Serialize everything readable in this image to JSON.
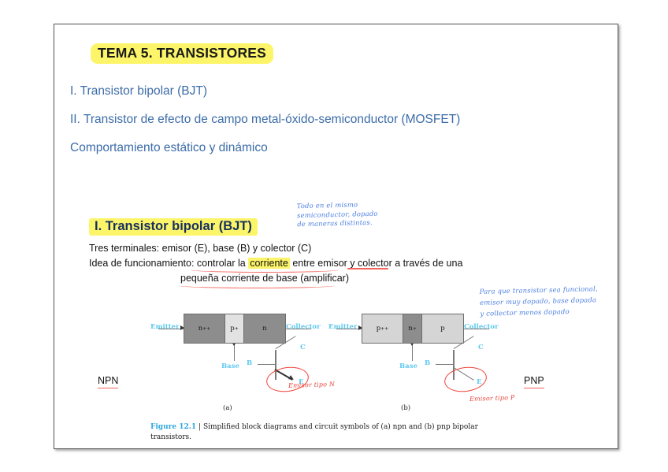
{
  "slide": {
    "title": "TEMA 5. TRANSISTORES",
    "outline": [
      "I. Transistor bipolar (BJT)",
      "II. Transistor de efecto de campo metal-óxido-semiconductor (MOSFET)",
      "Comportamiento estático y dinámico"
    ],
    "section_heading": "I. Transistor bipolar (BJT)",
    "body": {
      "line1": "Tres terminales: emisor (E), base (B) y colector (C)",
      "line2_pre": "Idea de funcionamiento: controlar la ",
      "line2_highlight": "corriente",
      "line2_post": " entre emisor y colector a través de una",
      "line3": "pequeña corriente de base (amplificar)"
    },
    "annotations": {
      "top_note": [
        "Todo en el mismo",
        "semiconductor, dopado",
        "de maneras distintas."
      ],
      "right_note": [
        "Para que transistor sea funcional,",
        "emisor muy dopado, base dopada",
        "y collector menos dopado"
      ],
      "npn_emitter_note": "Emisor tipo N",
      "pnp_emitter_note": "Emisor tipo P",
      "npn_tag": "NPN",
      "pnp_tag": "PNP"
    },
    "figure": {
      "npn": {
        "emitter_label": "Emitter",
        "collector_label": "Collector",
        "base_label": "Base",
        "block1": "n",
        "block1_sup": "++",
        "block2": "p",
        "block2_sup": "+",
        "block3": "n",
        "block3_sup": "",
        "subcaption": "(a)",
        "symbol_c": "C",
        "symbol_b": "B",
        "symbol_e": "E"
      },
      "pnp": {
        "emitter_label": "Emitter",
        "collector_label": "Collector",
        "base_label": "Base",
        "block1": "p",
        "block1_sup": "++",
        "block2": "n",
        "block2_sup": "+",
        "block3": "p",
        "block3_sup": "",
        "subcaption": "(b)",
        "symbol_c": "C",
        "symbol_b": "B",
        "symbol_e": "E"
      },
      "caption_figure_number": "Figure 12.1",
      "caption_separator": " | ",
      "caption_text": "Simplified block diagrams and circuit symbols of (a) npn and (b) pnp bipolar transistors."
    },
    "colors": {
      "highlight": "#fdf569",
      "outline_blue": "#3c6ca8",
      "heading_blue": "#16305e",
      "annotation_blue": "#4a7de0",
      "annotation_red": "#e8443c",
      "underline_red": "#f2635c",
      "diagram_label_cyan": "#5fc8ef",
      "block_dark": "#8d8d8d",
      "block_light": "#d5d5d5"
    }
  }
}
